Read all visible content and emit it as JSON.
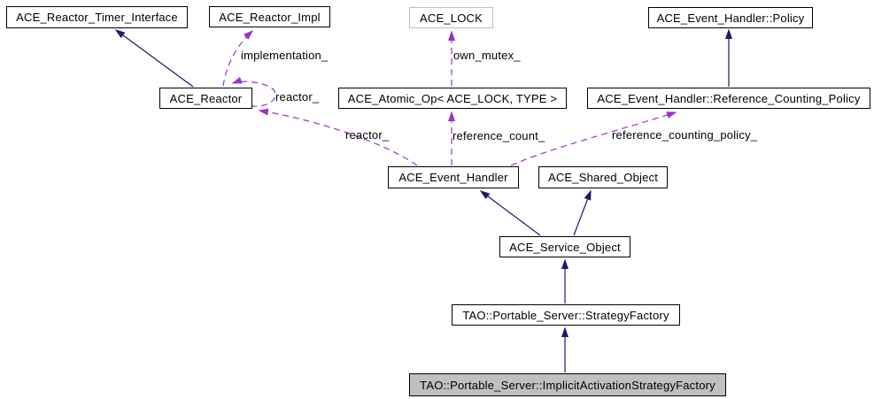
{
  "diagram": {
    "nodes": {
      "reactor_timer_interface": {
        "label": "ACE_Reactor_Timer_Interface"
      },
      "reactor_impl": {
        "label": "ACE_Reactor_Impl"
      },
      "ace_lock": {
        "label": "ACE_LOCK"
      },
      "event_handler_policy": {
        "label": "ACE_Event_Handler::Policy"
      },
      "reactor": {
        "label": "ACE_Reactor"
      },
      "atomic_op": {
        "label": "ACE_Atomic_Op< ACE_LOCK, TYPE >"
      },
      "reference_counting_policy": {
        "label": "ACE_Event_Handler::Reference_Counting_Policy"
      },
      "event_handler": {
        "label": "ACE_Event_Handler"
      },
      "shared_object": {
        "label": "ACE_Shared_Object"
      },
      "service_object": {
        "label": "ACE_Service_Object"
      },
      "strategy_factory": {
        "label": "TAO::Portable_Server::StrategyFactory"
      },
      "implicit_activation_strategy_factory": {
        "label": "TAO::Portable_Server::ImplicitActivationStrategyFactory"
      }
    },
    "edge_labels": {
      "implementation": "implementation_",
      "reactor_self": "reactor_",
      "reactor": "reactor_",
      "own_mutex": "own_mutex_",
      "reference_count": "reference_count_",
      "reference_counting_policy": "reference_counting_policy_"
    },
    "colors": {
      "inheritance_edge": "#191970",
      "usage_edge": "#9a32cd",
      "node_border": "#000000",
      "node_fill": "#ffffff",
      "template_node_border": "#bfbfbf",
      "selected_node_fill": "#c0c0c0",
      "background": "#ffffff",
      "text": "#000000"
    }
  }
}
